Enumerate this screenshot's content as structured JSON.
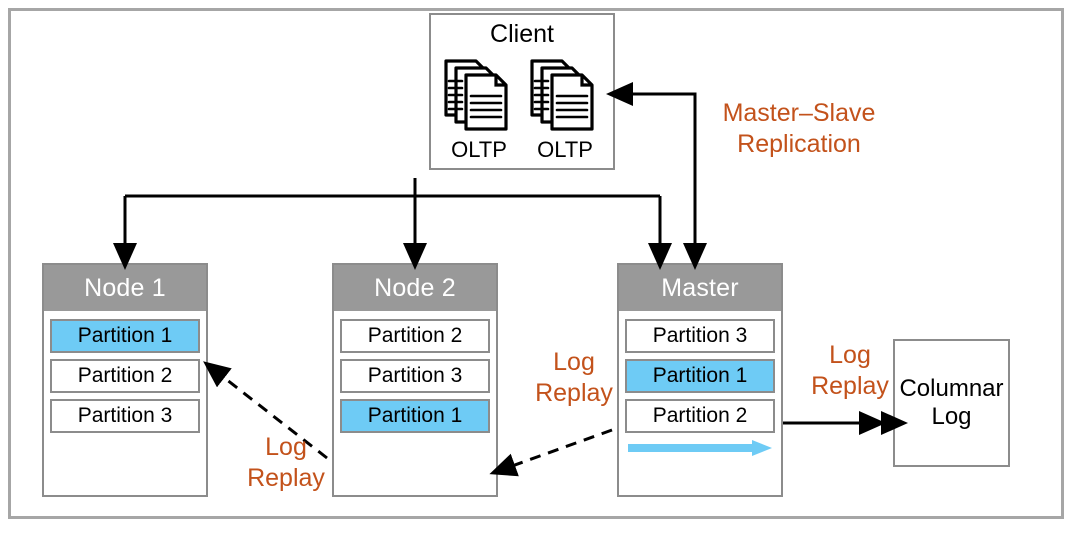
{
  "diagram": {
    "title": "Partitioned OLTP cluster with master-slave replication and columnar log",
    "colors": {
      "highlight_blue": "#6ecbf5",
      "header_gray": "#999999",
      "border_gray": "#8c8c8c",
      "label_orange": "#c3521b",
      "arrow_black": "#000000"
    }
  },
  "client": {
    "title": "Client",
    "workloads": [
      {
        "label": "OLTP",
        "icon": "documents-stack-icon"
      },
      {
        "label": "OLTP",
        "icon": "documents-stack-icon"
      }
    ]
  },
  "nodes": [
    {
      "id": "node-1",
      "header": "Node 1",
      "partitions": [
        {
          "label": "Partition 1",
          "highlighted": true
        },
        {
          "label": "Partition 2",
          "highlighted": false
        },
        {
          "label": "Partition 3",
          "highlighted": false
        }
      ]
    },
    {
      "id": "node-2",
      "header": "Node 2",
      "partitions": [
        {
          "label": "Partition 2",
          "highlighted": false
        },
        {
          "label": "Partition 3",
          "highlighted": false
        },
        {
          "label": "Partition 1",
          "highlighted": true
        }
      ]
    },
    {
      "id": "master",
      "header": "Master",
      "partitions": [
        {
          "label": "Partition 3",
          "highlighted": false
        },
        {
          "label": "Partition 1",
          "highlighted": true
        },
        {
          "label": "Partition 2",
          "highlighted": false
        }
      ],
      "progress_arrow": "blue-progress-arrow"
    }
  ],
  "columnar_log": {
    "line1": "Columnar",
    "line2": "Log"
  },
  "labels": {
    "master_slave_replication": "Master–Slave\nReplication",
    "log_replay_node1": "Log\nReplay",
    "log_replay_node2": "Log\nReplay",
    "log_replay_columnar": "Log\nReplay"
  }
}
